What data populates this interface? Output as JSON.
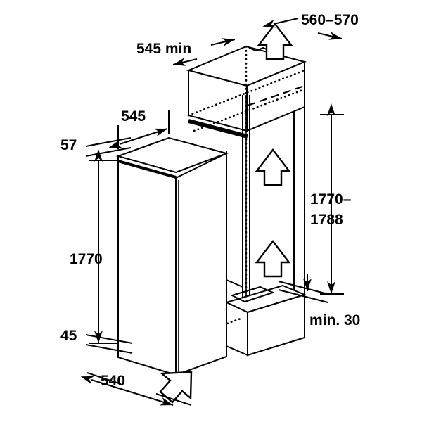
{
  "diagram": {
    "title": "Built-in refrigerator niche installation dimensions",
    "units": "mm",
    "projection": "isometric",
    "line_color": "#000000",
    "background_color": "#ffffff"
  },
  "dimensions": {
    "niche_depth_top": {
      "label": "560–570",
      "kind": "range",
      "describes": "niche depth at top of cabinet"
    },
    "niche_width_min": {
      "label": "545 min",
      "kind": "minimum",
      "describes": "minimum niche width"
    },
    "appliance_width": {
      "label": "545",
      "kind": "nominal",
      "describes": "appliance top width"
    },
    "top_gap": {
      "label": "57",
      "kind": "nominal",
      "describes": "gap above appliance top"
    },
    "appliance_height": {
      "label": "1770",
      "kind": "nominal",
      "describes": "appliance height"
    },
    "niche_height": {
      "label": "1770–\n1788",
      "label_line1": "1770–",
      "label_line2": "1788",
      "kind": "range",
      "describes": "niche height"
    },
    "plinth_clearance": {
      "label": "min. 30",
      "kind": "minimum",
      "describes": "minimum plinth ventilation clearance"
    },
    "bottom_gap": {
      "label": "45",
      "kind": "nominal",
      "describes": "gap below appliance"
    },
    "appliance_depth": {
      "label": "540",
      "kind": "nominal",
      "describes": "appliance depth"
    }
  },
  "airflow": {
    "top_vent": "up-arrow-icon",
    "upper_rear_vent": "up-arrow-icon",
    "lower_rear_vent": "up-arrow-icon",
    "base_intake": "diagonal-up-arrow-icon"
  }
}
